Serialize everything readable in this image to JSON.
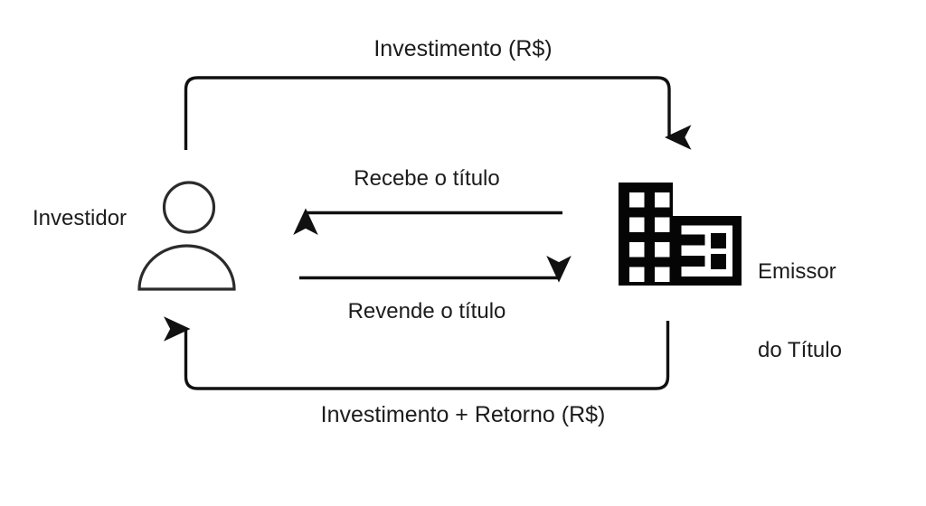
{
  "diagram": {
    "title_visible": false,
    "background_color": "#ffffff",
    "stroke_color": "#111111",
    "text_color": "#1c1c1c",
    "nodes": [
      {
        "id": "investor",
        "label": "Investidor",
        "icon": "person-icon"
      },
      {
        "id": "issuer",
        "label_line1": "Emissor",
        "label_line2": "do Título",
        "icon": "building-icon"
      }
    ],
    "edges": [
      {
        "id": "investment",
        "label": "Investimento (R$)",
        "from": "investor",
        "to": "issuer",
        "route": "top-loop",
        "direction": "down-right-arrow"
      },
      {
        "id": "receive-bond",
        "label": "Recebe o título",
        "from": "issuer",
        "to": "investor",
        "route": "straight",
        "direction": "left-arrow"
      },
      {
        "id": "resell-bond",
        "label": "Revende o título",
        "from": "investor",
        "to": "issuer",
        "route": "straight",
        "direction": "right-arrow"
      },
      {
        "id": "investment-return",
        "label": "Investimento + Retorno (R$)",
        "from": "issuer",
        "to": "investor",
        "route": "bottom-loop",
        "direction": "up-left-arrow"
      }
    ]
  }
}
